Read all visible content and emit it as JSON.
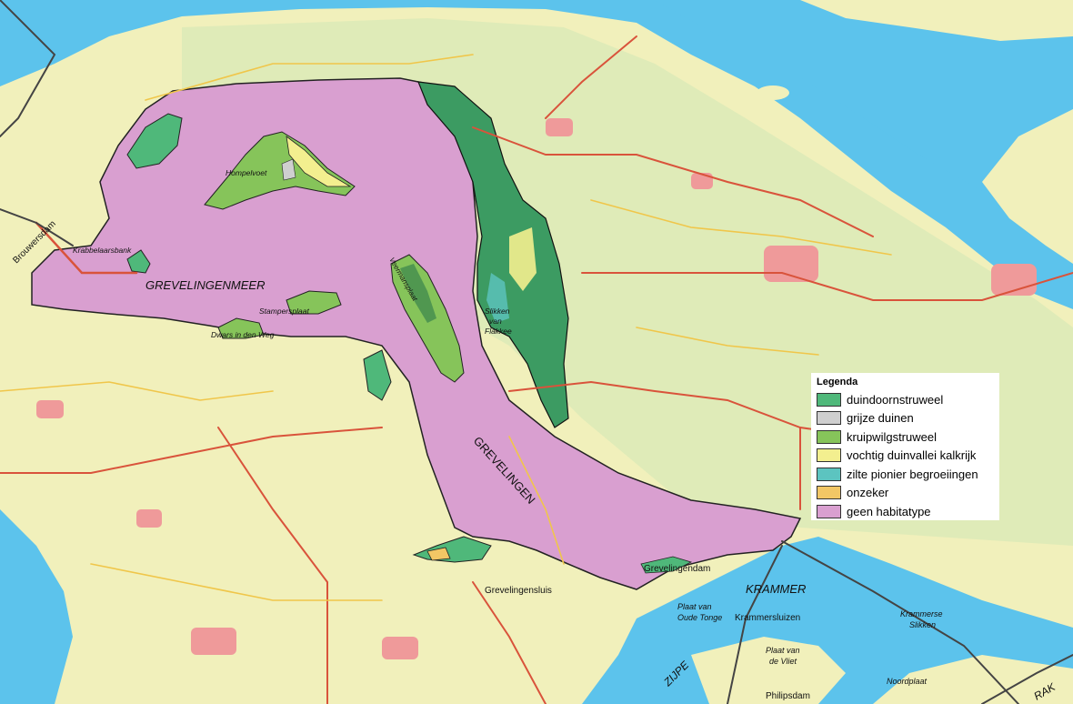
{
  "legend": {
    "title": "Legenda",
    "items": [
      {
        "label": "duindoornstruweel",
        "color": "#4fb87a"
      },
      {
        "label": "grijze duinen",
        "color": "#cfcfcf"
      },
      {
        "label": "kruipwilgstruweel",
        "color": "#86c45a"
      },
      {
        "label": "vochtig duinvallei kalkrijk",
        "color": "#f3ef8f"
      },
      {
        "label": "zilte pionier begroeiingen",
        "color": "#5cc4c0"
      },
      {
        "label": "onzeker",
        "color": "#f2c765"
      },
      {
        "label": "geen habitatype",
        "color": "#d99fd0"
      }
    ]
  },
  "labels": {
    "grevelingenmeer": "GREVELINGENMEER",
    "grevelingen": "GREVELINGEN",
    "krammer": "KRAMMER",
    "zijpe": "ZIJPE",
    "rak": "RAK",
    "brouwersdam": "Brouwersdam",
    "krabbelaarsbank": "Krabbelaarsbank",
    "hompelvoet": "Hompelvoet",
    "stampersplaat": "Stampersplaat",
    "dwars_in_den_weg": "Dwars in den Weg",
    "slikken_van_flakkee_1": "Slikken",
    "slikken_van_flakkee_2": "van",
    "slikken_van_flakkee_3": "Flakkee",
    "veermansplaat": "Veermansplaat",
    "grevelingensluis": "Grevelingensluis",
    "grevelingendam": "Grevelingendam",
    "plaat_oude_tonge_1": "Plaat van",
    "plaat_oude_tonge_2": "Oude Tonge",
    "krammersluizen": "Krammersluizen",
    "plaat_vliet_1": "Plaat van",
    "plaat_vliet_2": "de Vliet",
    "philipsdam": "Philipsdam",
    "noordplaat": "Noordplaat",
    "krammerse_slikken_1": "Krammerse",
    "krammerse_slikken_2": "Slikken"
  },
  "colors": {
    "water": "#5cc3ec",
    "land": "#f1f0bb",
    "meadow": "#cfe7b7",
    "habitat_none": "#d99fd0",
    "road_red": "#d9533b",
    "road_yellow": "#f0c64a",
    "urban": "#ef9a9a"
  }
}
